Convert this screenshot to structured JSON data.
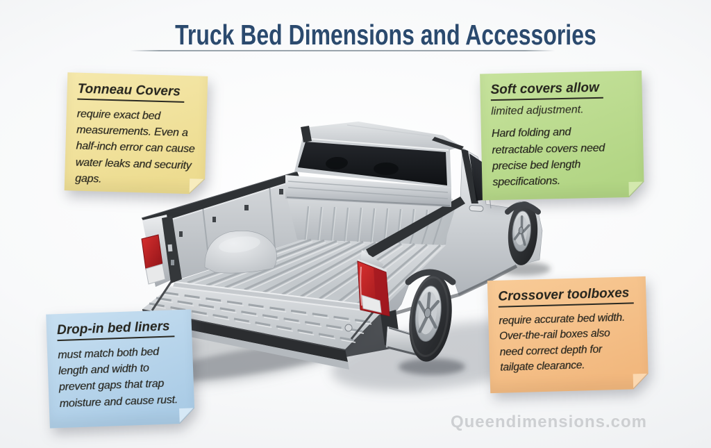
{
  "page": {
    "title": "Truck Bed Dimensions and Accessories",
    "watermark": "Queendimensions.com"
  },
  "notes": {
    "tonneau": {
      "heading": "Tonneau Covers",
      "body": "require exact bed\nmeasurements. Even a\nhalf-inch error can cause\nwater leaks and security\ngaps."
    },
    "soft_covers": {
      "heading": "Soft covers allow",
      "subheading": "limited adjustment.",
      "body": "Hard folding and\nretractable covers need\nprecise bed length\nspecifications."
    },
    "bed_liners": {
      "heading": "Drop-in bed liners",
      "body": "must match both bed\nlength and width to\nprevent gaps that trap\nmoisture and cause rust."
    },
    "toolboxes": {
      "heading": "Crossover toolboxes",
      "body": "require accurate bed width.\nOver-the-rail boxes also\nneed correct depth for\ntailgate clearance."
    }
  },
  "illustration": {
    "subject": "silver pickup truck, rear three-quarter view, tailgate open, empty ribbed bed"
  },
  "colors": {
    "title_text": "#2b4a6e",
    "note_yellow": "#f1e3a0",
    "note_green": "#bedd92",
    "note_blue": "#bcd8ec",
    "note_orange": "#f6c28e",
    "truck_silver": "#c9cdd1",
    "taillight_red": "#c5242b",
    "rail_black": "#2f3235",
    "watermark_gray": "#c3c5c8"
  }
}
